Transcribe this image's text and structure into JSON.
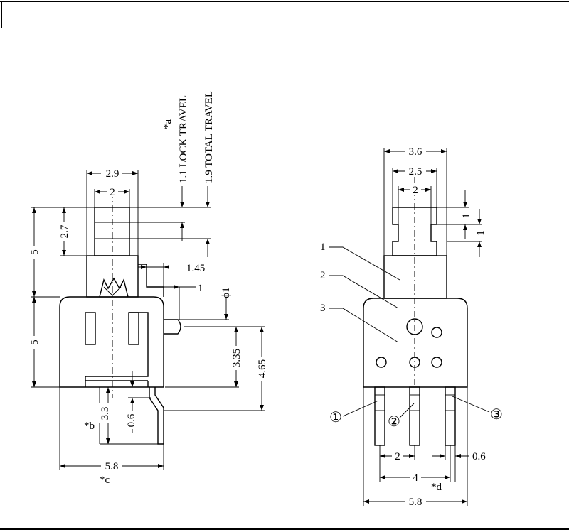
{
  "left_view": {
    "dims": {
      "w_2_9": "2.9",
      "w_2": "2",
      "h_2_7": "2.7",
      "h_5_top": "5",
      "h_5_bot": "5",
      "d_1_45": "1.45",
      "d_1": "1",
      "d_phi1": "ϕ1",
      "d_3_35": "3.35",
      "d_4_65": "4.65",
      "d_3_3": "3.3",
      "d_0_6": "0.6",
      "w_5_8": "5.8"
    },
    "notes": {
      "a_mark": "*a",
      "lock_travel": "1.1 LOCK TRAVEL",
      "total_travel": "1.9 TOTAL TRAVEL",
      "b_mark": "*b",
      "c_mark": "*c"
    }
  },
  "right_view": {
    "dims": {
      "w_3_6": "3.6",
      "w_2_5": "2.5",
      "w_2_top": "2",
      "h_1_a": "1",
      "h_1_b": "1",
      "pitch_2": "2",
      "pitch_4": "4",
      "pin_0_6": "0.6",
      "w_5_8": "5.8"
    },
    "labels": {
      "part_1": "1",
      "part_2": "2",
      "part_3": "3",
      "pin_1": "①",
      "pin_2": "②",
      "pin_3": "③",
      "d_mark": "*d"
    }
  }
}
